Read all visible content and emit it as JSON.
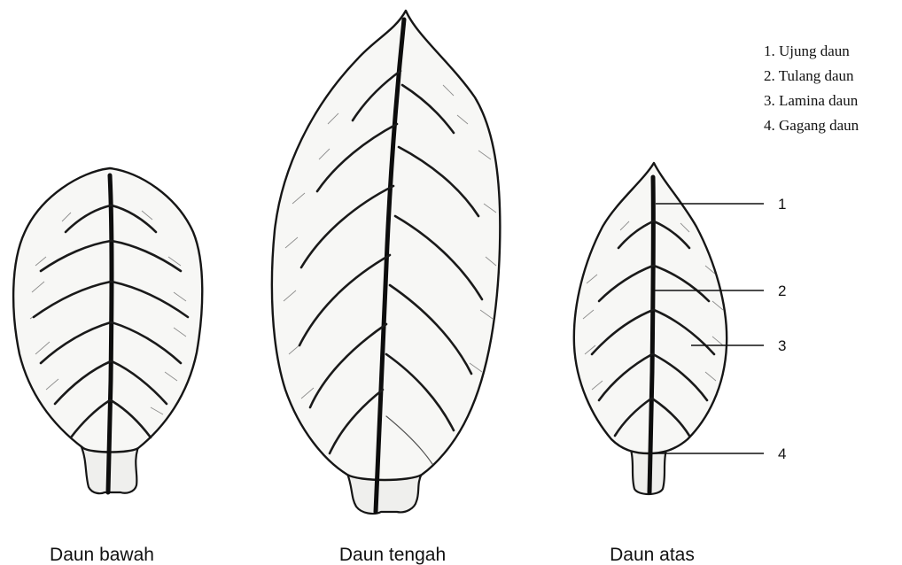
{
  "legend": {
    "items": [
      "1. Ujung daun",
      "2. Tulang daun",
      "3. Lamina daun",
      "4. Gagang daun"
    ]
  },
  "pointers": [
    "1",
    "2",
    "3",
    "4"
  ],
  "captions": {
    "bottom_leaf": "Daun bawah",
    "middle_leaf": "Daun tengah",
    "top_leaf": "Daun atas"
  }
}
